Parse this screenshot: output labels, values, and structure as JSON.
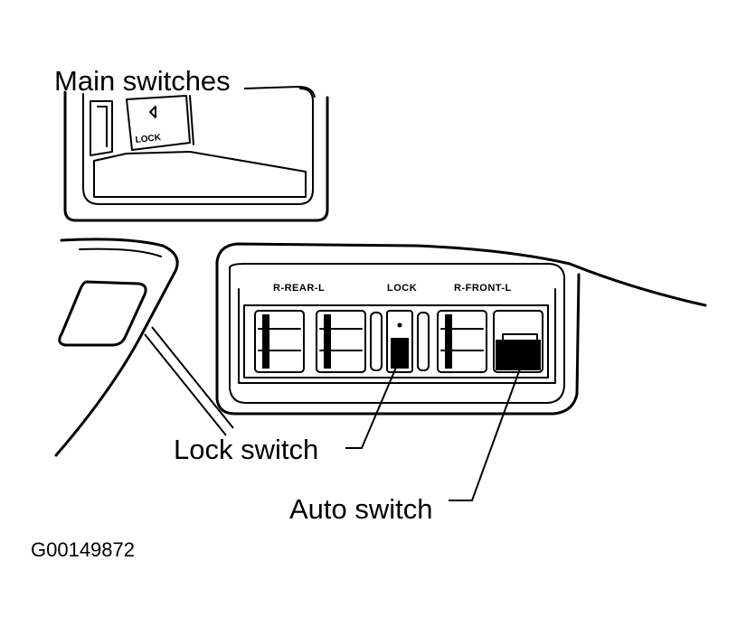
{
  "callouts": {
    "main_switches": "Main switches",
    "lock_switch": "Lock switch",
    "auto_switch": "Auto switch"
  },
  "panel_labels": {
    "rear": "R-REAR-L",
    "lock": "LOCK",
    "front": "R-FRONT-L",
    "inset_lock": "LOCK"
  },
  "figure_code": "G00149872"
}
